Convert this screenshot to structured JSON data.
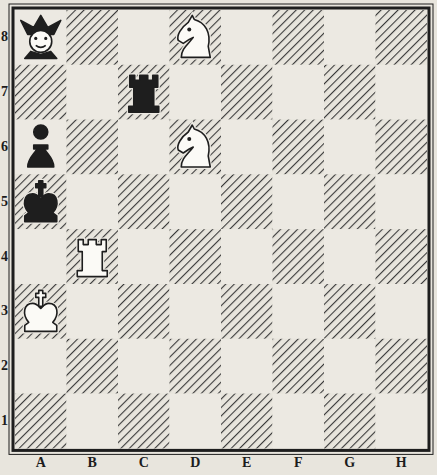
{
  "diagram": {
    "labels": [
      "8",
      "7",
      "6",
      "5",
      "4",
      "3",
      "2",
      "1",
      "A",
      "B",
      "C",
      "D",
      "E",
      "F",
      "G",
      "H"
    ]
  }
}
